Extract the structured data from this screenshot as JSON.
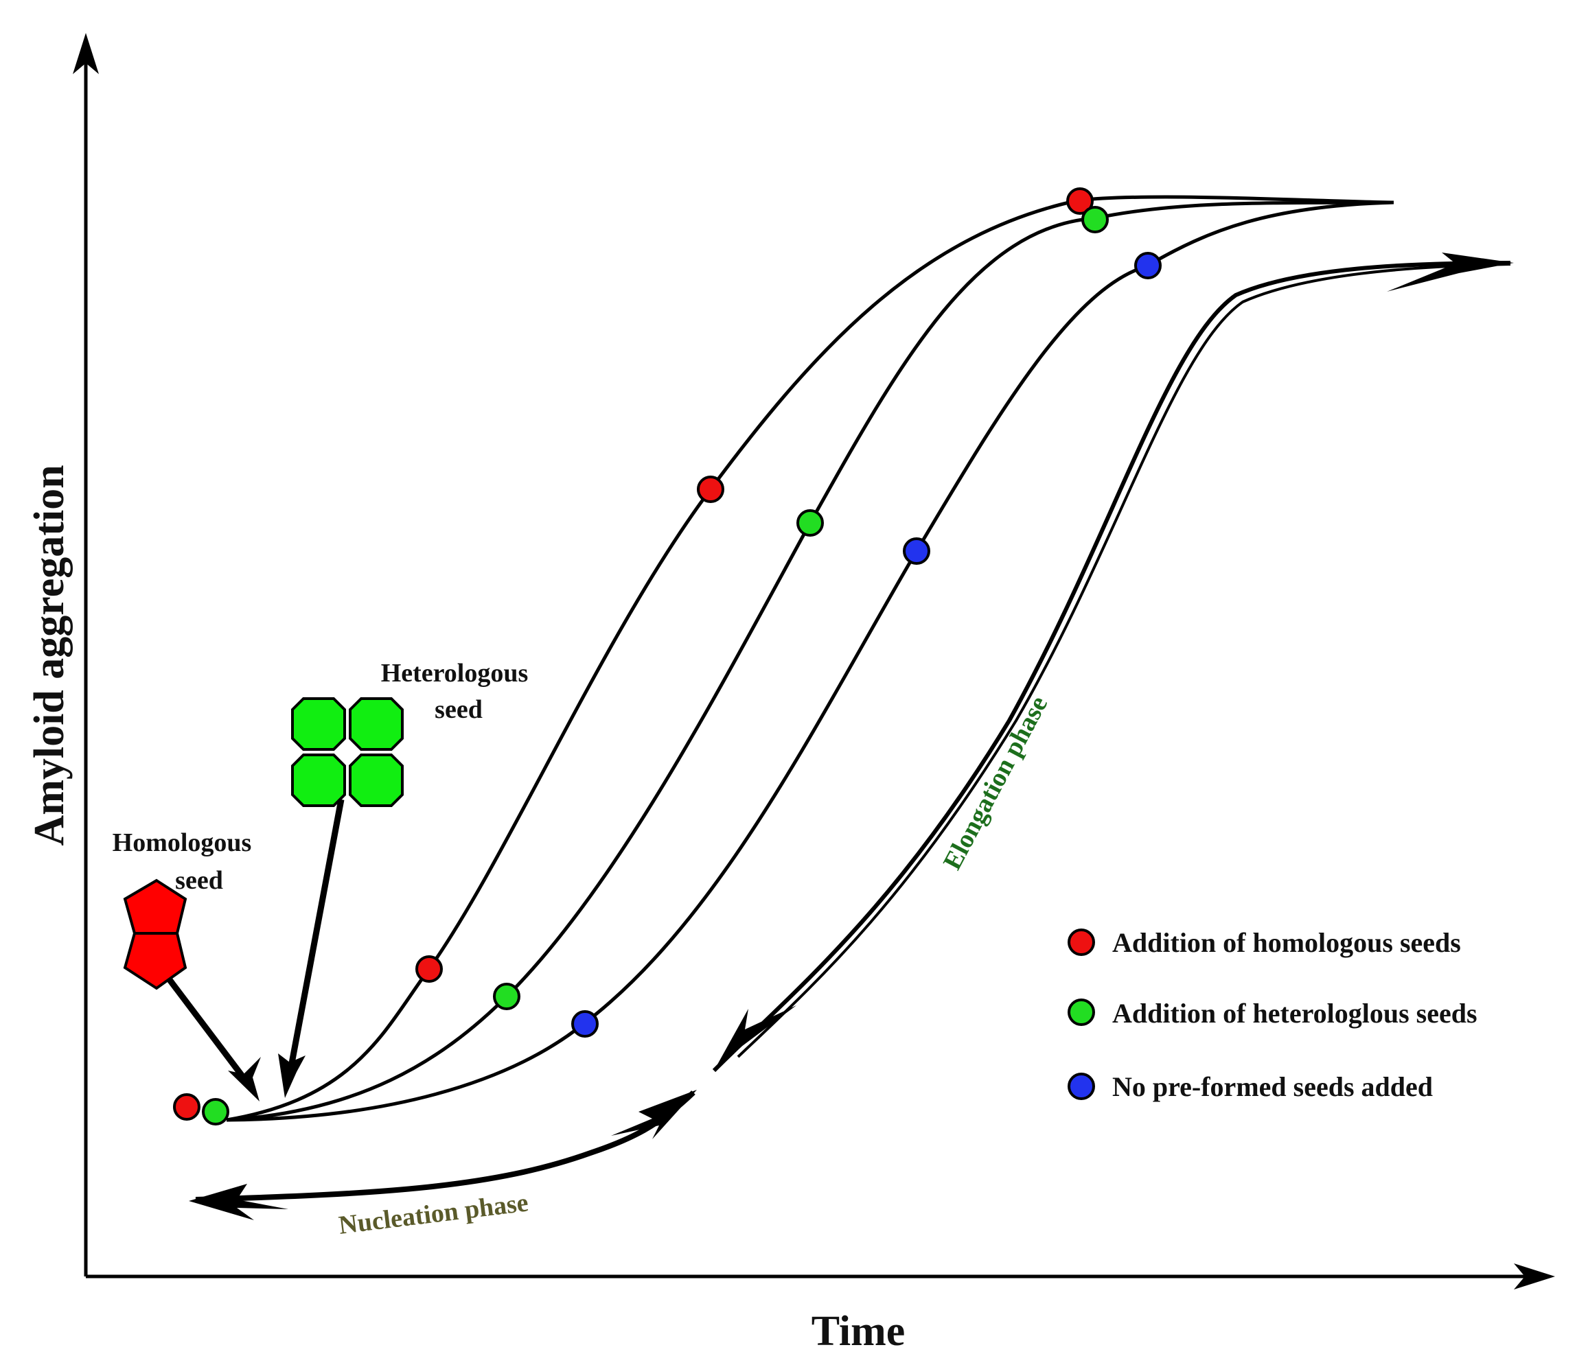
{
  "axes": {
    "x_label": "Time",
    "y_label": "Amyloid aggregation"
  },
  "seeds": {
    "homologous_label_line1": "Homologous",
    "homologous_label_line2": "seed",
    "heterologous_label_line1": "Heterologous",
    "heterologous_label_line2": "seed"
  },
  "phases": {
    "nucleation": "Nucleation phase",
    "elongation": "Elongation phase"
  },
  "legend": {
    "items": [
      {
        "label": "Addition of homologous seeds",
        "color": "#ee1111"
      },
      {
        "label": "Addition of heterologlous seeds",
        "color": "#22dd22"
      },
      {
        "label": "No pre-formed seeds added",
        "color": "#2233ee"
      }
    ]
  },
  "colors": {
    "homologous": "#ee1111",
    "heterologous": "#22dd22",
    "unseeded": "#2233ee",
    "homologous_seed_shape": "#ff0000",
    "heterologous_seed_shape": "#11ee11"
  }
}
